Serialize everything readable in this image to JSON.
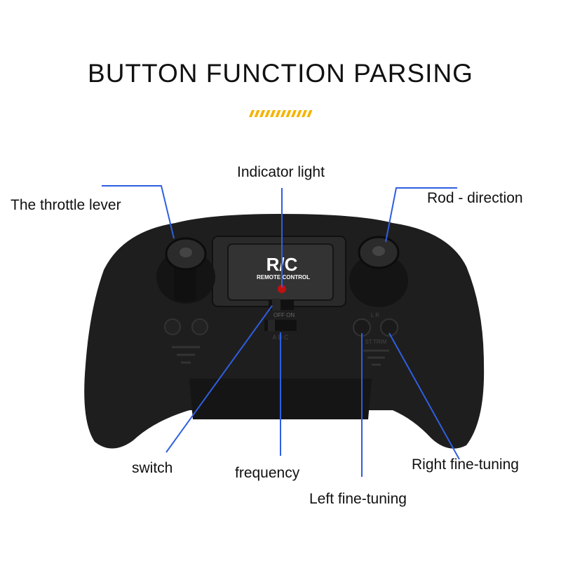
{
  "title": "BUTTON FUNCTION PARSING",
  "accent_color": "#f5b400",
  "line_color": "#2f5fe0",
  "labels": {
    "throttle": "The throttle lever",
    "indicator": "Indicator light",
    "rod": "Rod - direction",
    "switch": "switch",
    "frequency": "frequency",
    "left_trim": "Left fine-tuning",
    "right_trim": "Right fine-tuning"
  },
  "device": {
    "logo": "R/C",
    "logo_sub": "REMOTE CONTROL",
    "switch_text": "OFF ON",
    "freq_text": "A  B  C",
    "trim_lr": "L    R",
    "trim_text": "ST.TRIM"
  }
}
